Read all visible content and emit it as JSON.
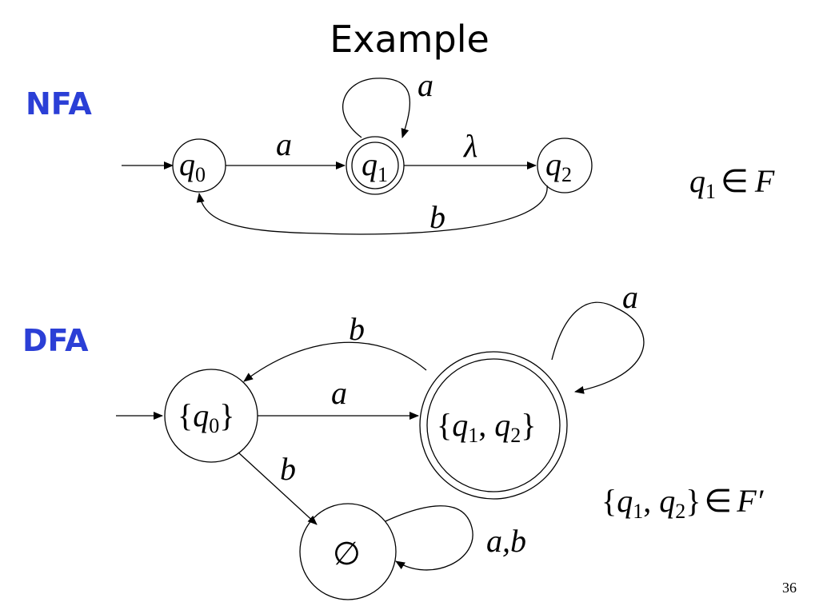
{
  "title": "Example",
  "labels": {
    "nfa": "NFA",
    "dfa": "DFA",
    "accent_color": "#2b3fd6"
  },
  "nfa": {
    "states": [
      {
        "name": "q",
        "sub": "0"
      },
      {
        "name": "q",
        "sub": "1"
      },
      {
        "name": "q",
        "sub": "2"
      }
    ],
    "edges": {
      "q0_q1": "a",
      "q1_loop": "a",
      "q1_q2": "λ",
      "q2_q0": "b"
    },
    "note": {
      "var": "q",
      "sub": "1",
      "rel": "∈",
      "set": "F"
    }
  },
  "dfa": {
    "edges": {
      "start_final": "a",
      "final_start": "b",
      "final_loop": "a",
      "start_empty": "b",
      "empty_loop": "a,b"
    },
    "empty_symbol": "∅",
    "note_set": "F′"
  },
  "page_number": "36"
}
